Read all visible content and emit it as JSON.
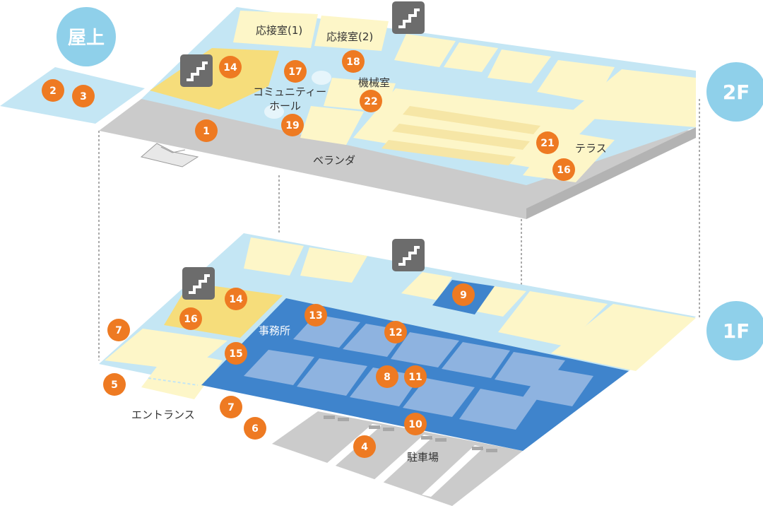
{
  "floors": {
    "roof": "屋上",
    "second": "2F",
    "first": "1F"
  },
  "rooms": {
    "reception1": "応接室(1)",
    "reception2": "応接室(2)",
    "machine": "機械室",
    "community_line1": "コミュニティー",
    "community_line2": "ホール",
    "veranda": "ベランダ",
    "terrace": "テラス",
    "office": "事務所",
    "entrance": "エントランス",
    "parking": "駐車場"
  },
  "markers": {
    "r2": "2",
    "r3": "3",
    "s1": "1",
    "s14": "14",
    "s16": "16",
    "s17": "17",
    "s18": "18",
    "s19": "19",
    "s21": "21",
    "s22": "22",
    "f4": "4",
    "f5": "5",
    "f6": "6",
    "f7a": "7",
    "f7b": "7",
    "f8": "8",
    "f9": "9",
    "f10": "10",
    "f11": "11",
    "f12": "12",
    "f13": "13",
    "f14": "14",
    "f15": "15",
    "f16": "16"
  },
  "colors": {
    "marker": "#ee7a22",
    "floor_badge": "#8fd0ea",
    "corridor": "#c4e6f4",
    "room": "#fdf6c8",
    "highlight_room": "#f6dd7b",
    "office": "#3f84cc",
    "gray": "#cbcbcb",
    "stairs": "#6c6c6c"
  },
  "icons": [
    "stairs-icon",
    "skylight-icon"
  ]
}
